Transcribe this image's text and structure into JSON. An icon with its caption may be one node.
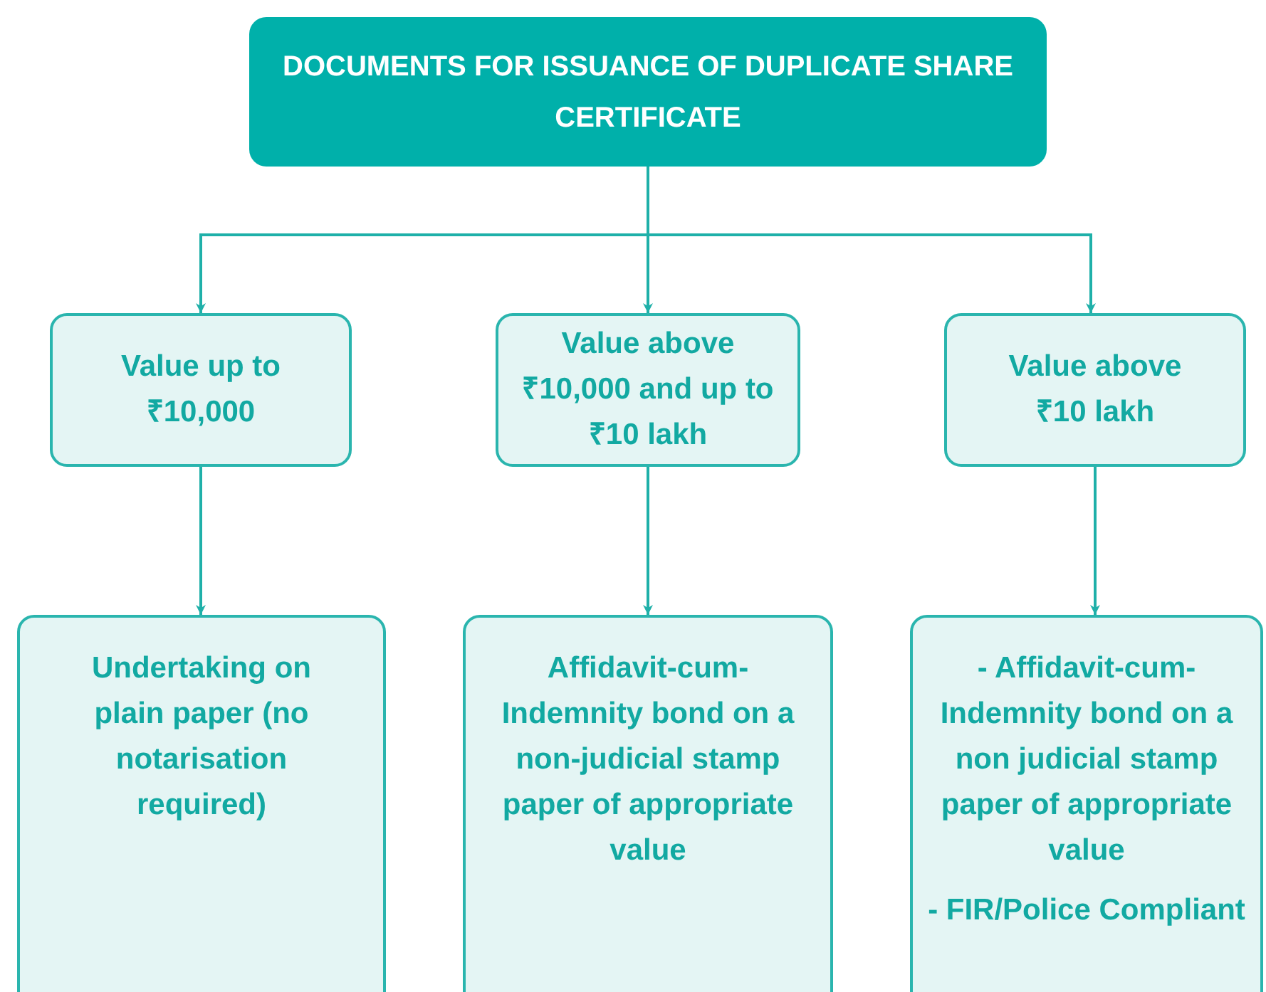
{
  "diagram": {
    "nodes": [
      {
        "text": [
          "DOCUMENTS FOR ISSUANCE OF DUPLICATE SHARE CERTIFICATE"
        ]
      },
      {
        "text": [
          "Value up to ₹10,000"
        ]
      },
      {
        "text": [
          "Value above ₹10,000 and up to ₹10 lakh"
        ]
      },
      {
        "text": [
          "Value above ₹10 lakh"
        ]
      },
      {
        "text": [
          "Undertaking on plain paper (no notarisation required)"
        ]
      },
      {
        "text": [
          "Affidavit-cum-Indemnity bond on a non-judicial stamp paper of appropriate value"
        ]
      },
      {
        "text": [
          "- Affidavit-cum-Indemnity bond on a non judicial stamp paper of appropriate value",
          "- FIR/Police Compliant"
        ]
      }
    ],
    "edges": [
      {
        "from": 0,
        "to": 1,
        "arrow": "to"
      },
      {
        "from": 0,
        "to": 2,
        "arrow": "to"
      },
      {
        "from": 0,
        "to": 3,
        "arrow": "to"
      },
      {
        "from": 1,
        "to": 4,
        "arrow": "to"
      },
      {
        "from": 2,
        "to": 5,
        "arrow": "to"
      },
      {
        "from": 3,
        "to": 6,
        "arrow": "to"
      }
    ]
  }
}
